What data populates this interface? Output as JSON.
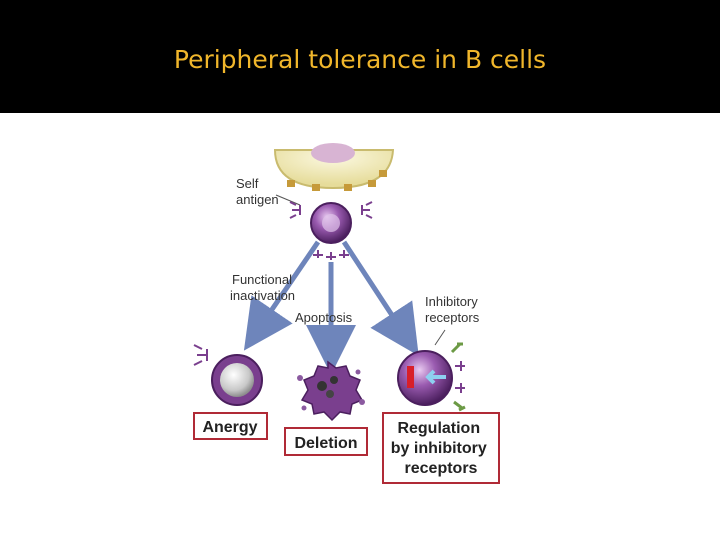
{
  "slide": {
    "title": "Peripheral tolerance in B cells",
    "title_color": "#f0b62b",
    "header_background": "#000000"
  },
  "diagram": {
    "self_antigen_label": [
      "Self",
      "antigen"
    ],
    "functional_inactivation_label": [
      "Functional",
      "inactivation"
    ],
    "apoptosis_label": "Apoptosis",
    "inhibitory_receptors_label": [
      "Inhibitory",
      "receptors"
    ],
    "outcomes": [
      {
        "label": [
          "Anergy"
        ]
      },
      {
        "label": [
          "Deletion"
        ]
      },
      {
        "label": [
          "Regulation",
          "by inhibitory",
          "receptors"
        ]
      }
    ],
    "colors": {
      "b_cell": "#7a3f8e",
      "antigen_presenting_cell": "#f1ecc2",
      "arrow": "#6e85bb",
      "box_border": "#b02a36",
      "inhibitory_receptor": "#6c9a45",
      "signal_block": "#d81f2a"
    }
  }
}
